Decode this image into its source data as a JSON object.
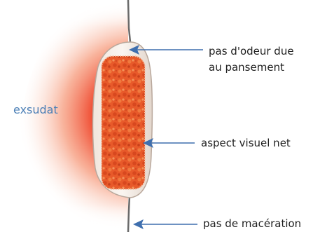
{
  "labels": {
    "exsudat": "exsudat",
    "odeur_line1": "pas d'odeur due",
    "odeur_line2": "au pansement",
    "aspect": "aspect visuel net",
    "maceration": "pas de macération"
  },
  "colors": {
    "exudate_red": "#e9311a",
    "dressing_orange": "#e8562a",
    "arrow_blue": "#3f6fae",
    "label_blue": "#4b7fb6"
  }
}
